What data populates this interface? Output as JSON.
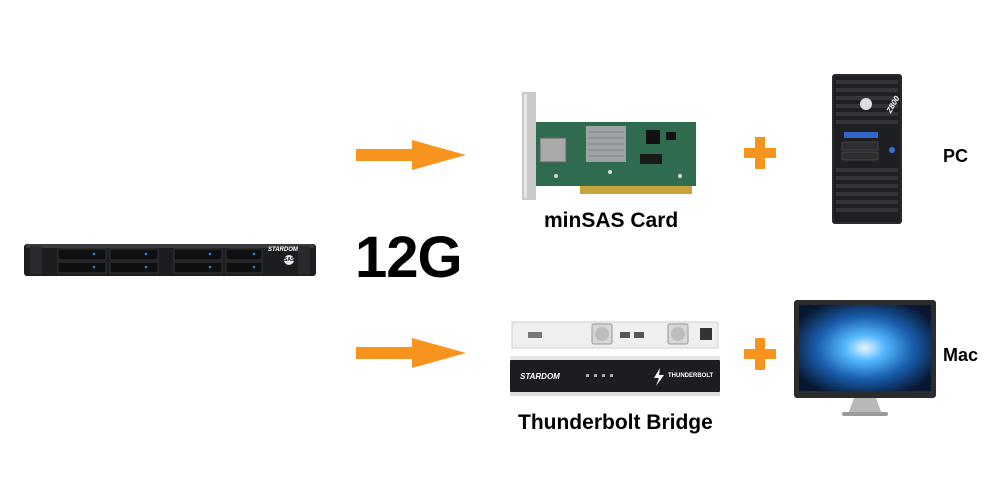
{
  "center_label": "12G",
  "paths": [
    {
      "adapter_label": "minSAS Card",
      "host_label": "PC"
    },
    {
      "adapter_label": "Thunderbolt Bridge",
      "host_label": "Mac"
    }
  ],
  "device_logos": {
    "raid": "STARDOM",
    "raid_badge": "SAS",
    "pc_badge": "Z800",
    "bridge_brand": "STARDOM",
    "bridge_tb": "THUNDERBOLT"
  },
  "colors": {
    "arrow": "#f7941d",
    "plus": "#f7941d",
    "chassis": "#1c1d20",
    "pcb": "#2e6b4f"
  },
  "icons": [
    "arrow-right-icon",
    "plus-icon"
  ]
}
